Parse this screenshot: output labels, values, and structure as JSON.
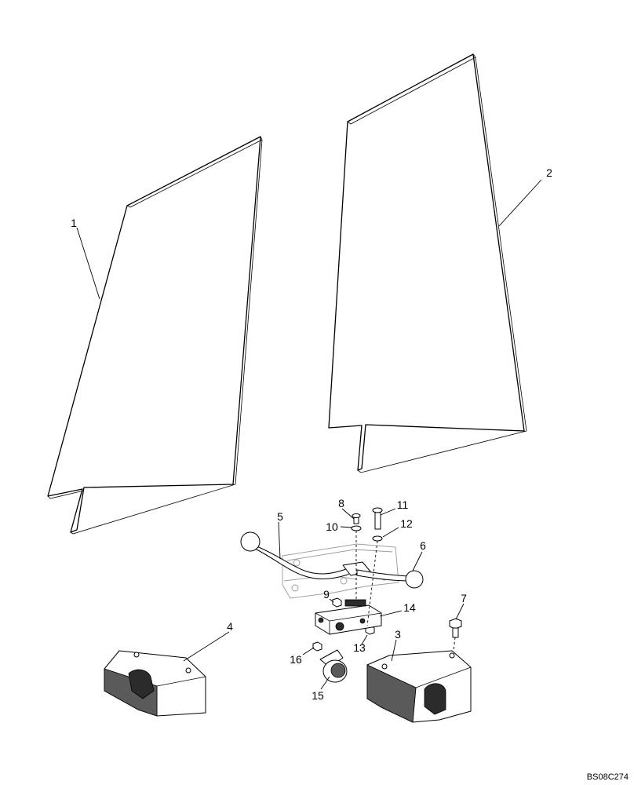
{
  "parts": [
    {
      "callout": "1",
      "name": "Left glass panel"
    },
    {
      "callout": "2",
      "name": "Right glass panel"
    },
    {
      "callout": "3",
      "name": "Right cover"
    },
    {
      "callout": "4",
      "name": "Left cover"
    },
    {
      "callout": "5",
      "name": "Latch handle rod"
    },
    {
      "callout": "6",
      "name": "Handle knob"
    },
    {
      "callout": "7",
      "name": "Bolt"
    },
    {
      "callout": "8",
      "name": "Screw"
    },
    {
      "callout": "9",
      "name": "Nut"
    },
    {
      "callout": "10",
      "name": "Washer"
    },
    {
      "callout": "11",
      "name": "Bolt"
    },
    {
      "callout": "12",
      "name": "Washer"
    },
    {
      "callout": "13",
      "name": "Nut"
    },
    {
      "callout": "14",
      "name": "Latch assembly"
    },
    {
      "callout": "15",
      "name": "Bumper"
    },
    {
      "callout": "16",
      "name": "Nut"
    }
  ],
  "drawing_code": "BS08C274",
  "colors": {
    "line": "#000000",
    "background": "#ffffff",
    "shade": "#5a5a5a",
    "ghost": "#9a9a9a"
  }
}
